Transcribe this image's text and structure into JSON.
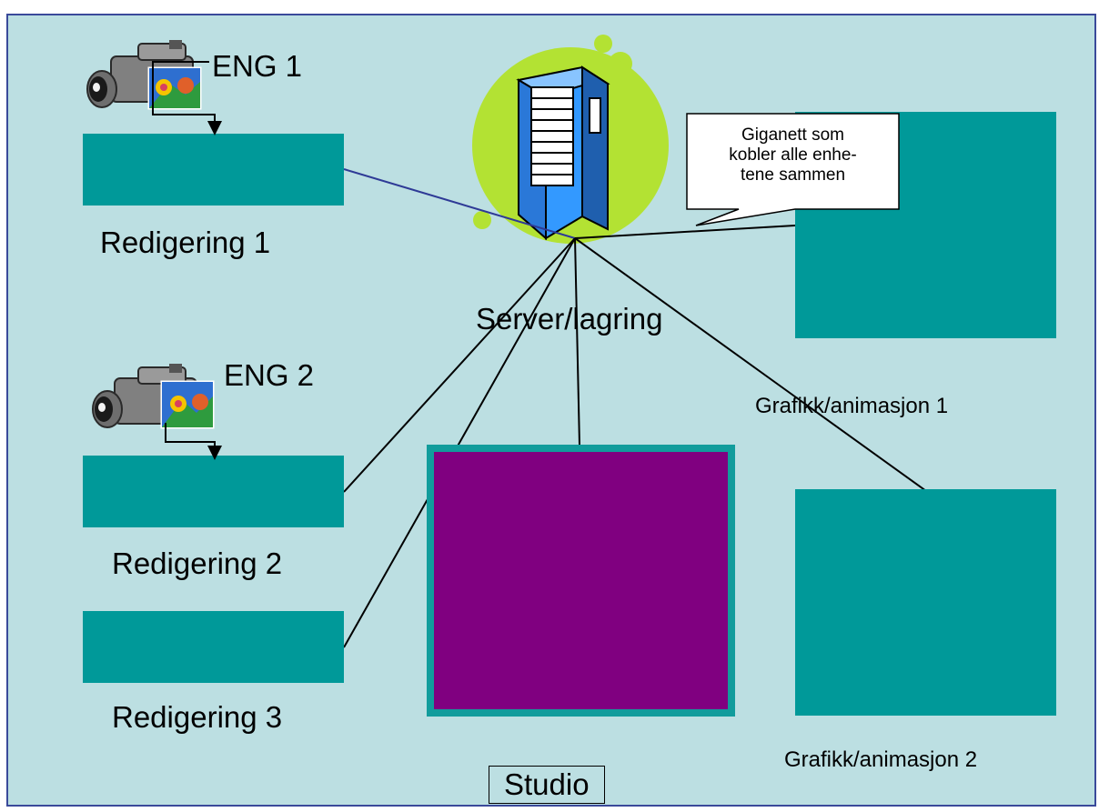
{
  "colors": {
    "background": "#bcdfe2",
    "frame_border": "#3a4a9a",
    "box_fill": "#009999",
    "studio_fill": "#800080",
    "studio_border": "#119c9c",
    "link_line": "#000000",
    "blue_link_line": "#2e3a96",
    "blob": "#b3e233",
    "server_body": "#3399ff",
    "server_side": "#1f5fae"
  },
  "icons": {
    "camera": "video-camera-icon",
    "server": "server-tower-icon"
  },
  "labels": {
    "eng1": "ENG 1",
    "eng2": "ENG 2",
    "redigering1": "Redigering 1",
    "redigering2": "Redigering 2",
    "redigering3": "Redigering 3",
    "server": "Server/lagring",
    "grafikk1": "Grafikk/animasjon 1",
    "grafikk2": "Grafikk/animasjon 2",
    "studio": "Studio"
  },
  "callout": {
    "line1": "Giganett som",
    "line2": "kobler alle enhe-",
    "line3": "tene sammen"
  }
}
